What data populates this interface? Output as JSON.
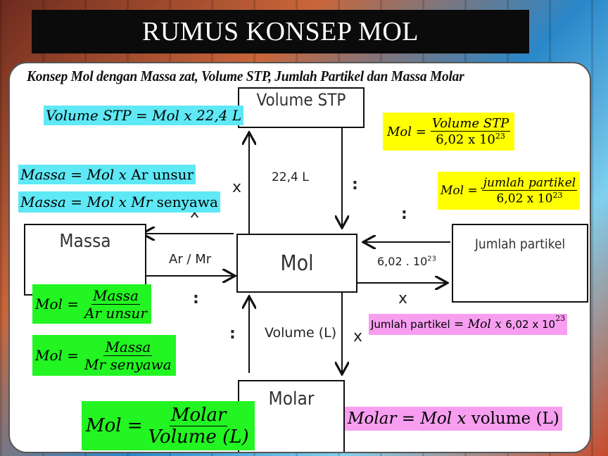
{
  "title": "RUMUS KONSEP MOL",
  "subtitle": "Konsep Mol dengan Massa zat, Volume STP, Jumlah Partikel dan Massa Molar",
  "boxes": {
    "volume_stp": "Volume STP",
    "massa": "Massa",
    "mol": "Mol",
    "jumlah_partikel": "Jumlah partikel",
    "molar": "Molar"
  },
  "arrow_labels": {
    "top": "22,4 L",
    "left": "Ar / Mr",
    "right": "6,02 . 10",
    "right_exp": "23",
    "bottom": "Volume (L)",
    "times": "x",
    "divide": ":"
  },
  "formulas": {
    "volume_stp": {
      "lhs": "Volume STP",
      "eq": "=",
      "rhs": "Mol x 22,4 L"
    },
    "mol_from_volume": {
      "lhs": "Mol",
      "num": "Volume STP",
      "den": "6,02 x 10",
      "den_exp": "23"
    },
    "massa_ar": {
      "lhs": "Massa",
      "rhs_it": "Mol x",
      "rhs": "Ar unsur"
    },
    "massa_mr": {
      "lhs": "Massa",
      "rhs_it": "Mol x Mr",
      "rhs": "senyawa"
    },
    "mol_from_partikel": {
      "lhs": "Mol",
      "num": "jumlah partikel",
      "den": "6,02 x 10",
      "den_exp": "23"
    },
    "mol_ar": {
      "lhs": "Mol",
      "num": "Massa",
      "den": "Ar unsur"
    },
    "mol_mr": {
      "lhs": "Mol",
      "num": "Massa",
      "den": "Mr senyawa"
    },
    "jumlah_partikel": {
      "lhs": "Jumlah partikel",
      "rhs_it": "Mol x",
      "rhs": "6,02 x 10",
      "exp": "23"
    },
    "mol_molar": {
      "lhs": "Mol",
      "num": "Molar",
      "den": "Volume (L)"
    },
    "molar": {
      "lhs": "Molar",
      "rhs_it": "Mol x",
      "rhs": "volume (L)"
    }
  },
  "colors": {
    "cyan": "#5fe8f5",
    "yellow": "#ffff00",
    "green": "#22f522",
    "pink": "#f79ef0"
  }
}
